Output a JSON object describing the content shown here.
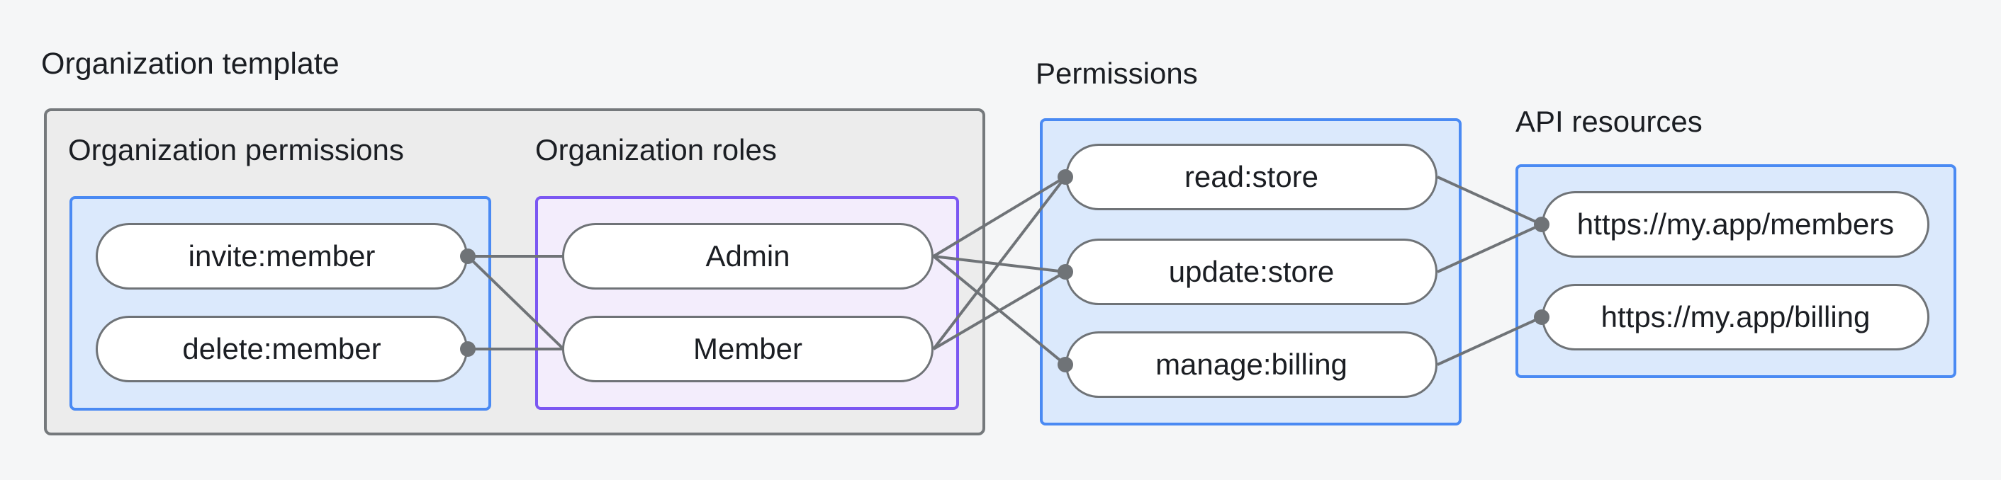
{
  "title": "Organization template",
  "colors": {
    "background": "#f5f6f7",
    "text": "#1b1e23",
    "gray_box_fill": "#ececec",
    "gray_box_border": "#75797c",
    "blue_box_fill": "#dbe9fc",
    "blue_box_border": "#4a8af3",
    "purple_box_fill": "#f3edfc",
    "purple_box_border": "#7b57f2",
    "pill_fill": "#ffffff",
    "pill_border": "#6f7377",
    "connector": "#6f7377"
  },
  "groups": {
    "org_permissions": {
      "label": "Organization permissions",
      "nodes": [
        {
          "id": "invite",
          "label": "invite:member"
        },
        {
          "id": "delete",
          "label": "delete:member"
        }
      ]
    },
    "org_roles": {
      "label": "Organization roles",
      "nodes": [
        {
          "id": "admin",
          "label": "Admin"
        },
        {
          "id": "member",
          "label": "Member"
        }
      ]
    },
    "permissions": {
      "label": "Permissions",
      "nodes": [
        {
          "id": "read",
          "label": "read:store"
        },
        {
          "id": "update",
          "label": "update:store"
        },
        {
          "id": "manage",
          "label": "manage:billing"
        }
      ]
    },
    "api_resources": {
      "label": "API resources",
      "nodes": [
        {
          "id": "members_api",
          "label": "https://my.app/members"
        },
        {
          "id": "billing_api",
          "label": "https://my.app/billing"
        }
      ]
    }
  },
  "edges": [
    {
      "from": "invite",
      "to": "admin"
    },
    {
      "from": "invite",
      "to": "member"
    },
    {
      "from": "delete",
      "to": "member"
    },
    {
      "from": "admin",
      "to": "read"
    },
    {
      "from": "admin",
      "to": "update"
    },
    {
      "from": "admin",
      "to": "manage"
    },
    {
      "from": "member",
      "to": "read"
    },
    {
      "from": "member",
      "to": "update"
    },
    {
      "from": "read",
      "to": "members_api"
    },
    {
      "from": "update",
      "to": "members_api"
    },
    {
      "from": "manage",
      "to": "billing_api"
    }
  ],
  "connection_dots": [
    {
      "node": "invite",
      "side": "right"
    },
    {
      "node": "delete",
      "side": "right"
    },
    {
      "node": "read",
      "side": "left"
    },
    {
      "node": "update",
      "side": "left"
    },
    {
      "node": "manage",
      "side": "left"
    },
    {
      "node": "members_api",
      "side": "left"
    },
    {
      "node": "billing_api",
      "side": "left"
    }
  ]
}
